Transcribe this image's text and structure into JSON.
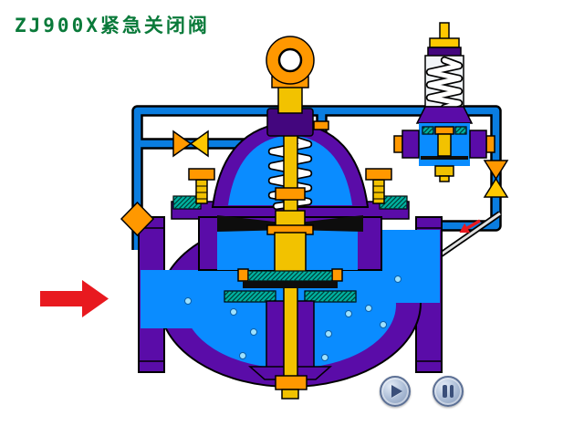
{
  "title": {
    "text": "ZJ900X紧急关闭阀"
  },
  "diagram": {
    "name": "ZJ900X emergency shut-off valve cutaway schematic",
    "components": [
      "lifting-ring",
      "bonnet-spring",
      "diaphragm",
      "valve-stem",
      "valve-disc",
      "valve-seat",
      "valve-body",
      "inlet-flange",
      "outlet-flange",
      "pilot-valve",
      "pilot-spring",
      "inlet-filter",
      "isolation-valve",
      "sensing-tube",
      "flow-arrow"
    ]
  },
  "controls": {
    "play_icon": "play-triangle",
    "pause_icon": "pause-bars"
  },
  "colors": {
    "title_green": "#0a7a3a",
    "valve_body_purple": "#5a0ca8",
    "valve_body_dark": "#43067e",
    "fluid_blue": "#0a8cff",
    "pipe_blue": "#0a7de0",
    "stem_gold": "#f2c200",
    "gold_light": "#ffc800",
    "accent_orange": "#ff9800",
    "seat_teal": "#00b2a0",
    "spring_white": "#ffffff",
    "arrow_red": "#e8191f",
    "bubble_blue": "#9ee2ff",
    "housing_gray": "#f2f5f8",
    "button_face": "#aebfd8",
    "button_edge": "#5c7095",
    "button_glyph": "#3a4f7a"
  }
}
